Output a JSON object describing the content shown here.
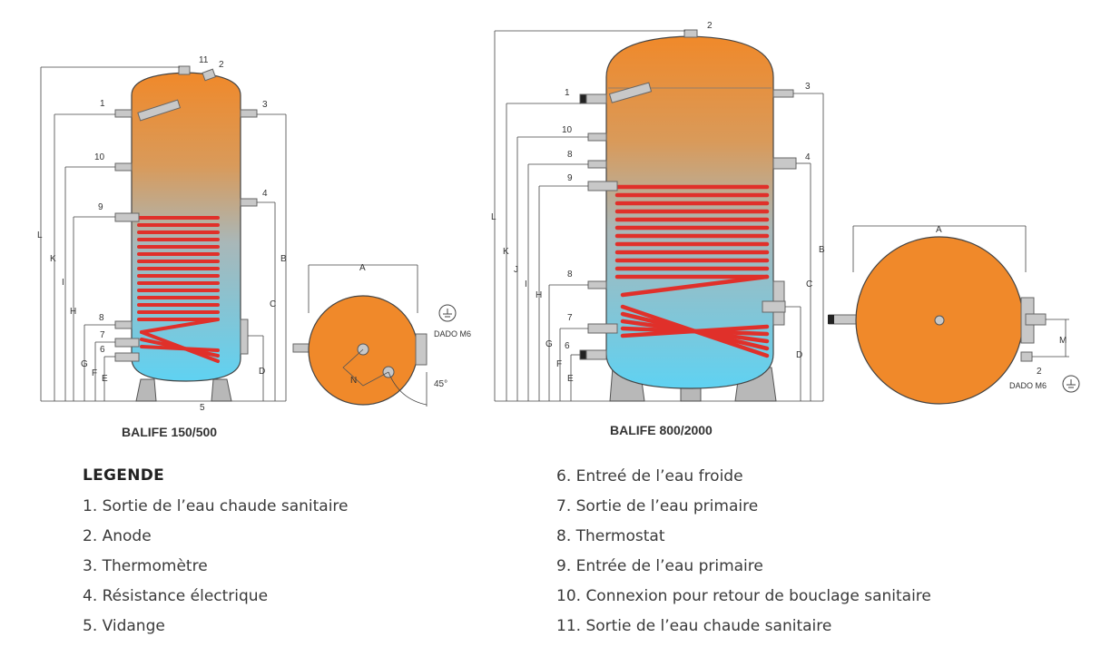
{
  "tanks": [
    {
      "caption": "BALIFE 150/500",
      "dimensions": [
        "L",
        "K",
        "I",
        "H",
        "G",
        "F",
        "E",
        "B",
        "C",
        "D"
      ],
      "connections": [
        "11",
        "2",
        "1",
        "3",
        "10",
        "4",
        "9",
        "8",
        "7",
        "6",
        "5"
      ]
    },
    {
      "caption": "BALIFE 800/2000",
      "dimensions": [
        "L",
        "K",
        "J",
        "I",
        "H",
        "G",
        "F",
        "E",
        "B",
        "C",
        "D"
      ],
      "connections": [
        "2",
        "1",
        "3",
        "10",
        "8",
        "9",
        "4",
        "8",
        "7",
        "6"
      ]
    }
  ],
  "top_views": [
    {
      "dimension": "A",
      "labels": [
        "DADO M6",
        "N",
        "45°"
      ]
    },
    {
      "dimension": "A",
      "labels": [
        "M",
        "2",
        "DADO M6"
      ]
    }
  ],
  "colors": {
    "orange": "#f0892a",
    "blue": "#6fd4ef",
    "coil": "#e0302a",
    "steel": "#b8b8b8",
    "outline": "#444444"
  },
  "legend": {
    "title": "LEGENDE",
    "left": [
      "1. Sortie de l’eau chaude sanitaire",
      "2. Anode",
      "3. Thermomètre",
      "4. Résistance électrique",
      "5. Vidange"
    ],
    "right": [
      "6. Entreé de l’eau froide",
      "7. Sortie de l’eau primaire",
      "8. Thermostat",
      "9. Entrée de l’eau primaire",
      "10. Connexion pour retour de bouclage sanitaire",
      "11. Sortie de l’eau chaude sanitaire"
    ]
  }
}
